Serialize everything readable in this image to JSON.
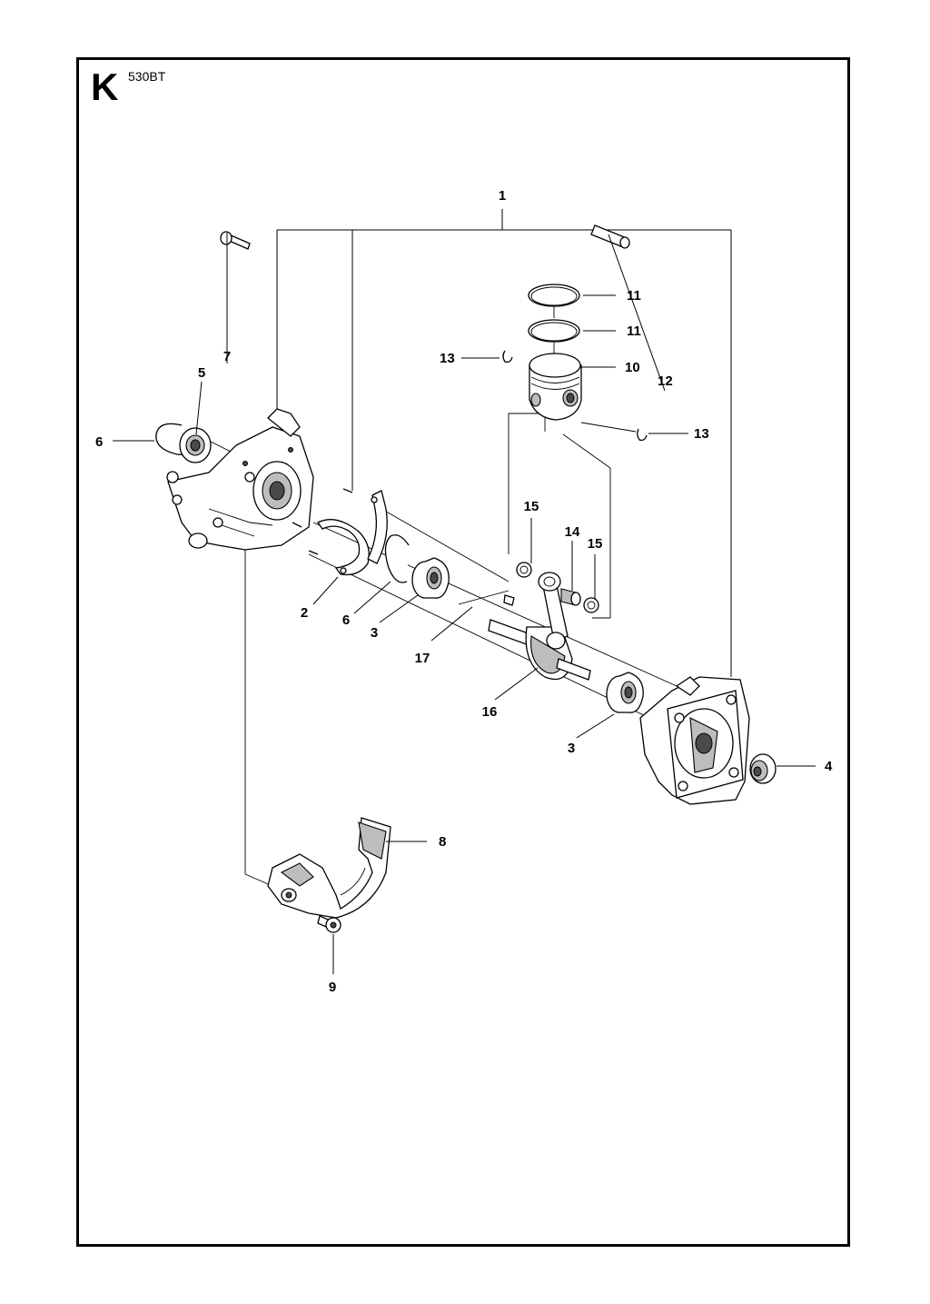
{
  "header": {
    "section_letter": "K",
    "model": "530BT"
  },
  "callouts": {
    "c1": "1",
    "c2": "2",
    "c3a": "3",
    "c3b": "3",
    "c4": "4",
    "c5": "5",
    "c6a": "6",
    "c6b": "6",
    "c7": "7",
    "c8": "8",
    "c9": "9",
    "c10": "10",
    "c11a": "11",
    "c11b": "11",
    "c12": "12",
    "c13a": "13",
    "c13b": "13",
    "c14": "14",
    "c15a": "15",
    "c15b": "15",
    "c16": "16",
    "c17": "17"
  }
}
